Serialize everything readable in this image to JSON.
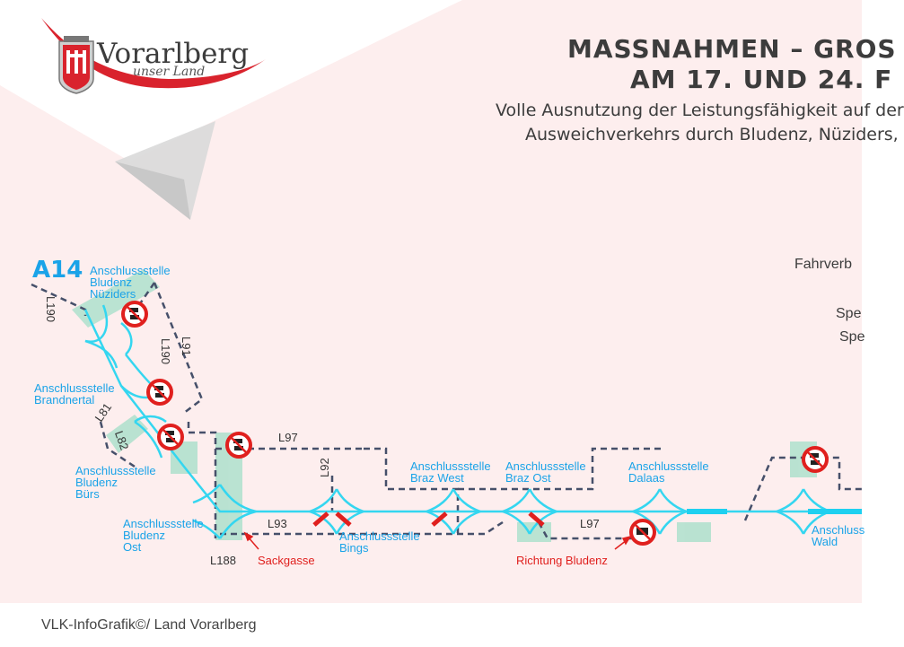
{
  "header": {
    "title_line1": "MASSNAHMEN – GROS",
    "title_line2": "AM 17. UND 24. F",
    "subtitle_line1": "Volle Ausnutzung der Leistungsfähigkeit auf der",
    "subtitle_line2": "Ausweichverkehrs durch Bludenz, Nüziders,"
  },
  "logo": {
    "name": "Vorarlberg",
    "tagline": "unser Land"
  },
  "map": {
    "motorway": "A14",
    "junctions": {
      "nueziders": [
        "Anschlussstelle",
        "Bludenz",
        "Nüziders"
      ],
      "brandnertal": [
        "Anschlussstelle",
        "Brandnertal"
      ],
      "buers": [
        "Anschlussstelle",
        "Bludenz",
        "Bürs"
      ],
      "ost": [
        "Anschlussstelle",
        "Bludenz",
        "Ost"
      ],
      "bings": [
        "Anschlussstelle",
        "Bings"
      ],
      "braz_west": [
        "Anschlussstelle",
        "Braz West"
      ],
      "braz_ost": [
        "Anschlussstelle",
        "Braz Ost"
      ],
      "dalaas": [
        "Anschlussstelle",
        "Dalaas"
      ],
      "wald": [
        "Anschluss",
        "Wald"
      ]
    },
    "roads": {
      "l190_a": "L190",
      "l190_b": "L190",
      "l91": "L91",
      "l81": "L81",
      "l82": "L82",
      "l97_a": "L97",
      "l97_b": "L97",
      "l92": "L92",
      "l93": "L93",
      "l188": "L188"
    },
    "notes": {
      "sackgasse": "Sackgasse",
      "richtung": "Richtung Bludenz"
    }
  },
  "legend": {
    "item1": "Fahrverb",
    "item2": "Spe",
    "item3": "Spe"
  },
  "footer": {
    "credit": "VLK-InfoGrafik©/ Land Vorarlberg"
  },
  "colors": {
    "motorway": "#34d6f0",
    "road": "#46506a",
    "label": "#1aa3e8",
    "ban": "#e0201e",
    "zone": "#aee0cc",
    "bg_pink": "#fdeeee",
    "logo_red": "#d9232d"
  }
}
